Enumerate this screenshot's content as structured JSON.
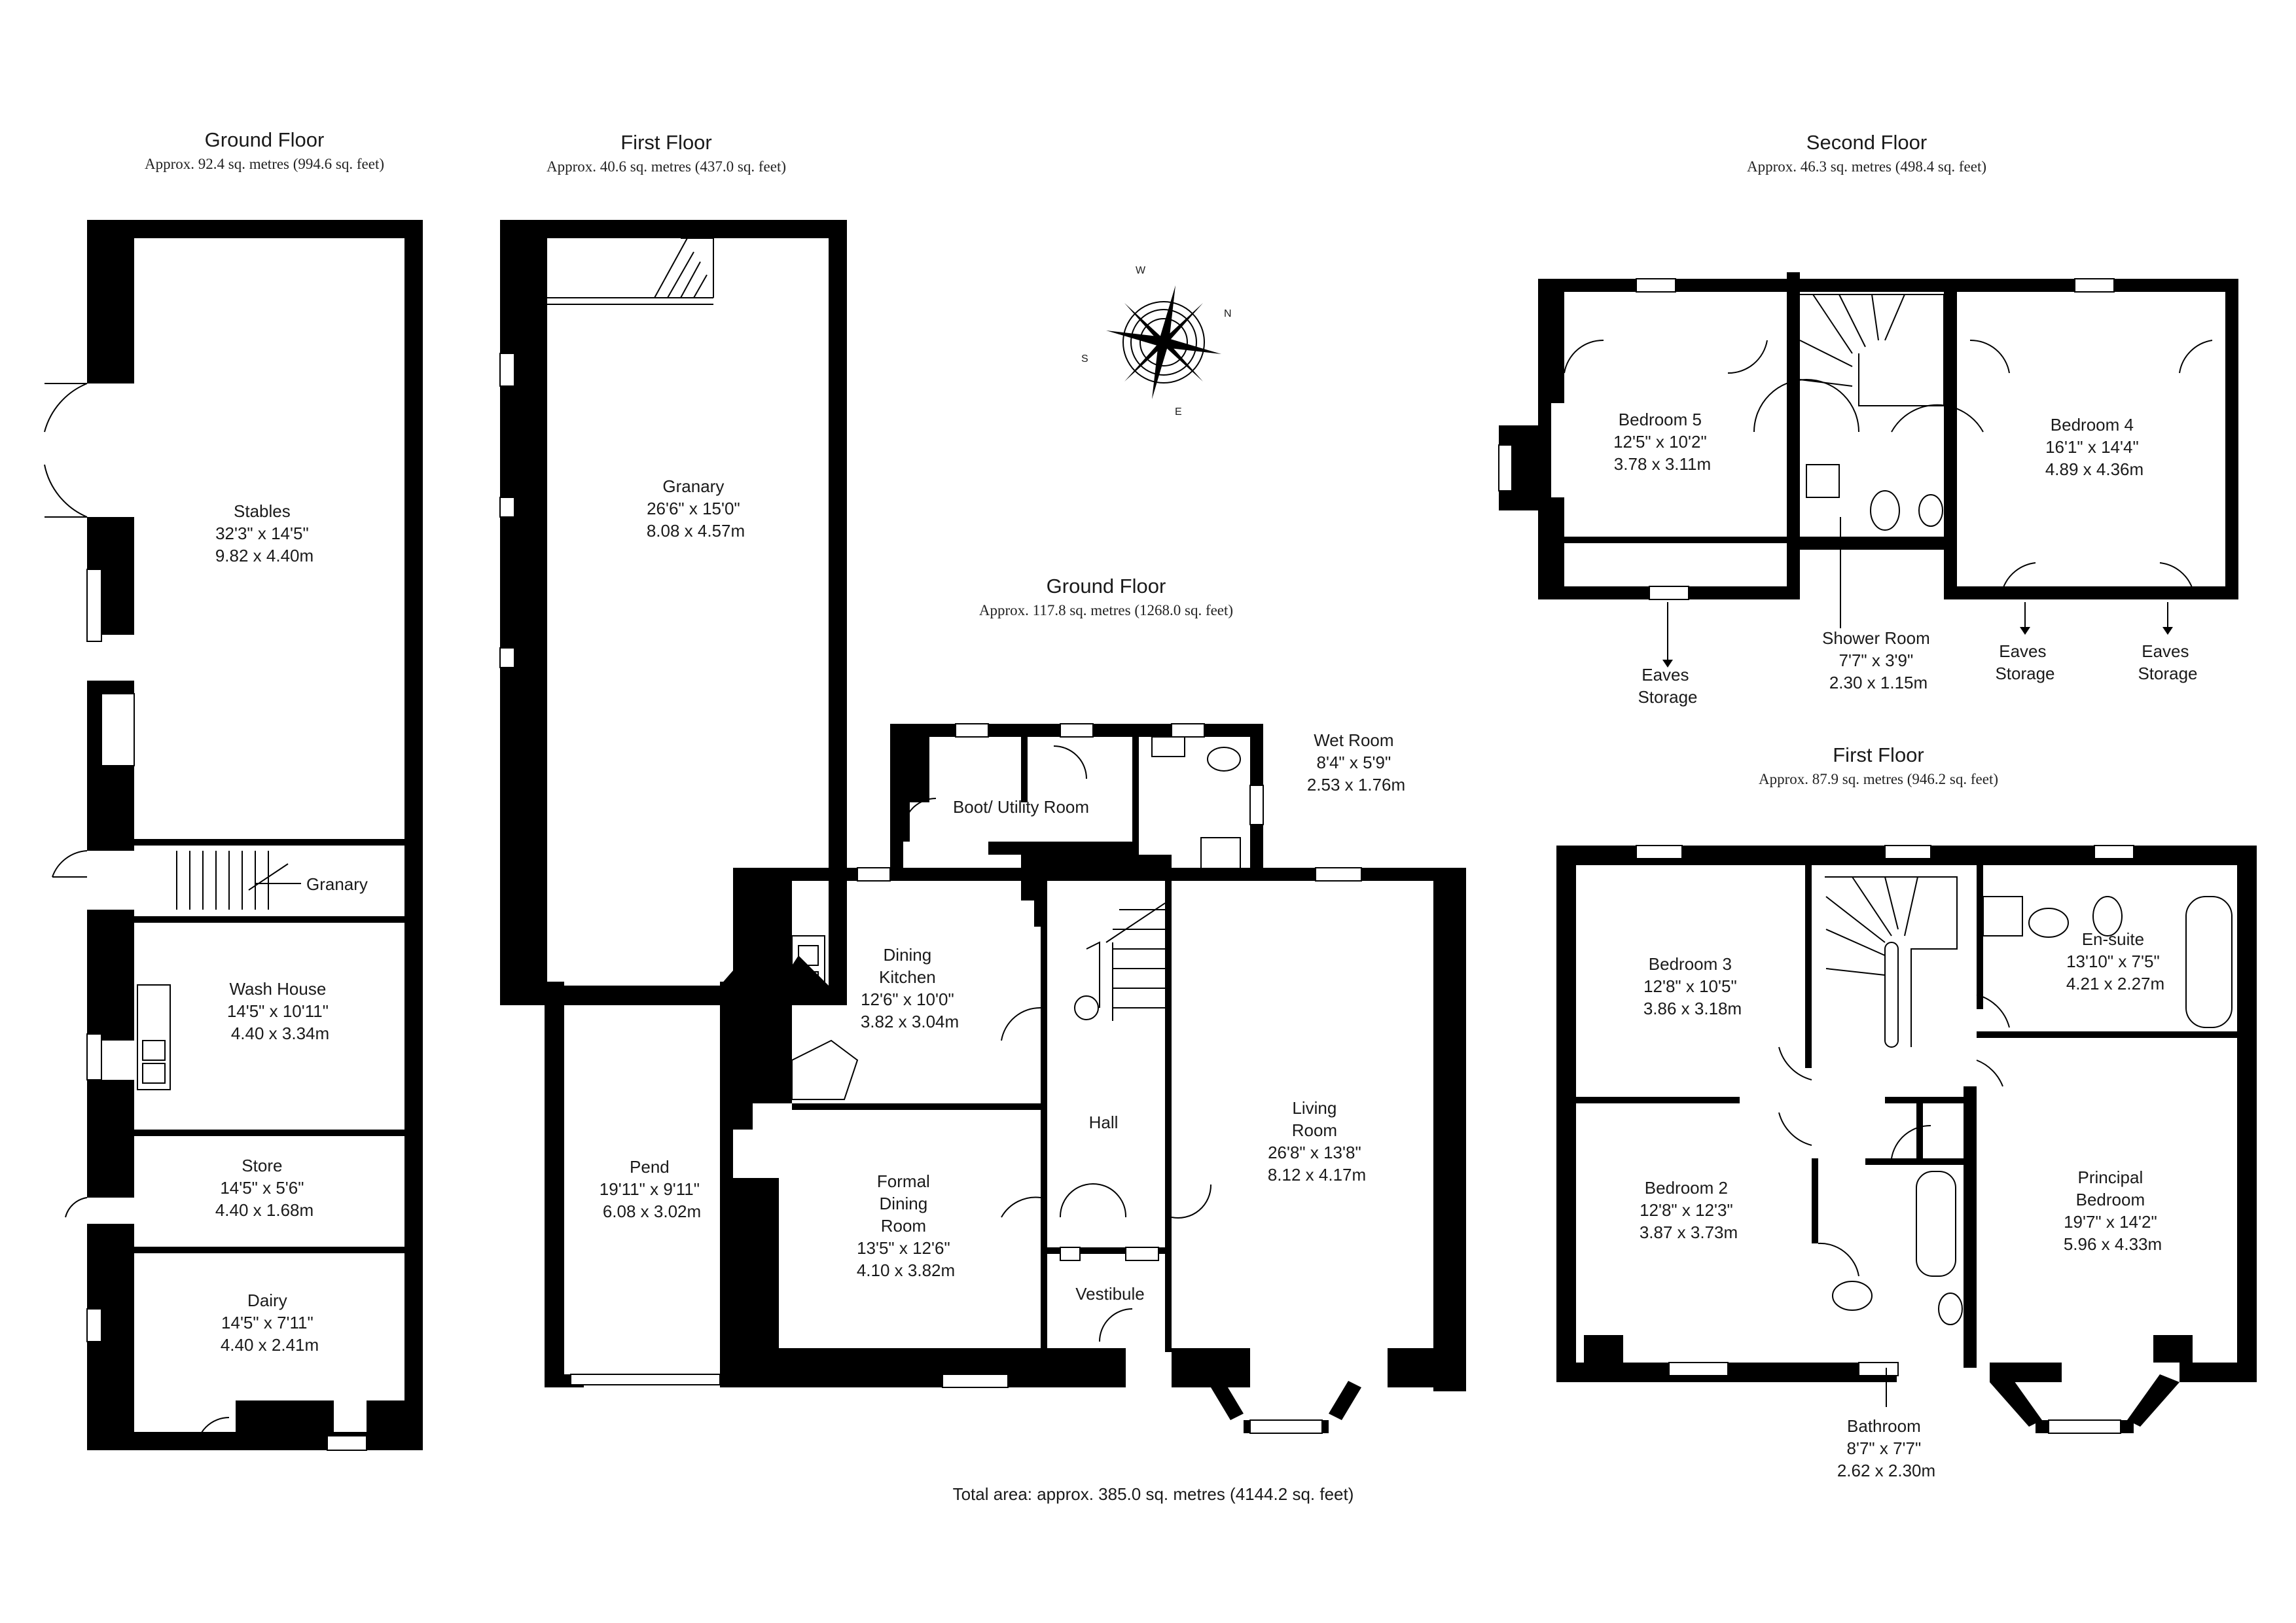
{
  "floors": {
    "outbuilding_ground": {
      "title": "Ground Floor",
      "area": "Approx. 92.4 sq. metres (994.6 sq. feet)"
    },
    "outbuilding_first": {
      "title": "First Floor",
      "area": "Approx. 40.6 sq. metres (437.0 sq. feet)"
    },
    "house_ground": {
      "title": "Ground Floor",
      "area": "Approx. 117.8 sq. metres (1268.0 sq. feet)"
    },
    "house_second": {
      "title": "Second Floor",
      "area": "Approx. 46.3 sq. metres (498.4 sq. feet)"
    },
    "house_first": {
      "title": "First Floor",
      "area": "Approx. 87.9 sq. metres (946.2 sq. feet)"
    }
  },
  "rooms": {
    "stables": [
      "Stables",
      "32'3\" x 14'5\"",
      "9.82 x 4.40m"
    ],
    "granary_stair": [
      "Granary"
    ],
    "wash_house": [
      "Wash House",
      "14'5\" x 10'11\"",
      "4.40 x 3.34m"
    ],
    "store": [
      "Store",
      "14'5\" x 5'6\"",
      "4.40 x 1.68m"
    ],
    "dairy": [
      "Dairy",
      "14'5\" x 7'11\"",
      "4.40 x 2.41m"
    ],
    "granary": [
      "Granary",
      "26'6\" x 15'0\"",
      "8.08 x 4.57m"
    ],
    "wet_room": [
      "Wet Room",
      "8'4\" x 5'9\"",
      "2.53 x 1.76m"
    ],
    "boot_utility": [
      "Boot/ Utility Room"
    ],
    "dining_kitchen": [
      "Dining",
      "Kitchen",
      "12'6\" x 10'0\"",
      "3.82 x 3.04m"
    ],
    "hall": [
      "Hall"
    ],
    "living_room": [
      "Living",
      "Room",
      "26'8\" x 13'8\"",
      "8.12 x 4.17m"
    ],
    "pend": [
      "Pend",
      "19'11\" x 9'11\"",
      "6.08 x 3.02m"
    ],
    "formal_dining": [
      "Formal",
      "Dining",
      "Room",
      "13'5\" x 12'6\"",
      "4.10 x 3.82m"
    ],
    "vestibule": [
      "Vestibule"
    ],
    "bedroom5": [
      "Bedroom 5",
      "12'5\" x 10'2\"",
      "3.78 x 3.11m"
    ],
    "bedroom4": [
      "Bedroom 4",
      "16'1\" x 14'4\"",
      "4.89 x 4.36m"
    ],
    "eaves1": [
      "Eaves",
      "Storage"
    ],
    "shower_room": [
      "Shower Room",
      "7'7\" x 3'9\"",
      "2.30 x 1.15m"
    ],
    "eaves2": [
      "Eaves",
      "Storage"
    ],
    "eaves3": [
      "Eaves",
      "Storage"
    ],
    "bedroom3": [
      "Bedroom 3",
      "12'8\" x 10'5\"",
      "3.86 x 3.18m"
    ],
    "ensuite": [
      "En-suite",
      "13'10\" x 7'5\"",
      "4.21 x 2.27m"
    ],
    "bedroom2": [
      "Bedroom 2",
      "12'8\" x 12'3\"",
      "3.87 x 3.73m"
    ],
    "principal": [
      "Principal",
      "Bedroom",
      "19'7\" x 14'2\"",
      "5.96 x 4.33m"
    ],
    "bathroom": [
      "Bathroom",
      "8'7\" x 7'7\"",
      "2.62 x 2.30m"
    ]
  },
  "compass": {
    "letters": [
      "W",
      "N",
      "E",
      "S"
    ]
  },
  "total_area": "Total area: approx. 385.0 sq. metres (4144.2 sq. feet)"
}
